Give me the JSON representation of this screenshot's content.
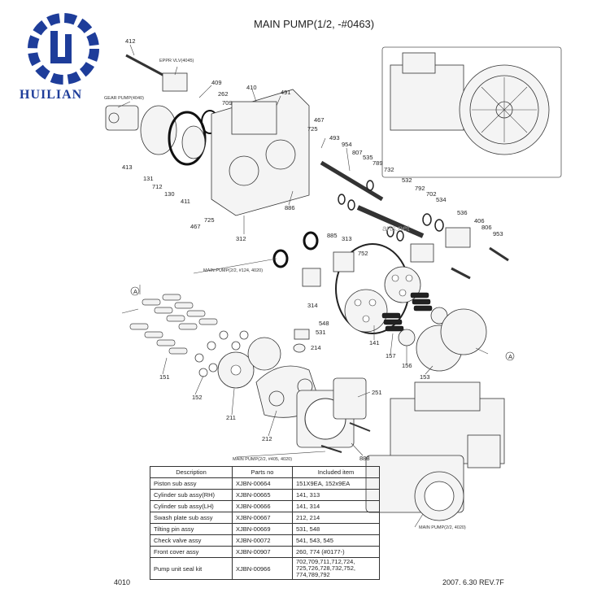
{
  "brand": {
    "name": "HUILIAN",
    "color": "#1e3d9a"
  },
  "title": "MAIN PUMP(1/2, -#0463)",
  "watermark": "arts.net",
  "annotations": {
    "eppr": "EPPR VLV(4045)",
    "gear_pump": "GEAR PUMP(4040)",
    "mp_124": "MAIN PUMP(2/2, #124, 4020)",
    "mp_405": "MAIN PUMP(2/2, #405, 4020)",
    "mp_22": "MAIN PUMP(2/2, 4020)"
  },
  "callouts": [
    "412",
    "409",
    "262",
    "709",
    "410",
    "491",
    "467",
    "725",
    "493",
    "954",
    "807",
    "535",
    "789",
    "732",
    "532",
    "792",
    "702",
    "534",
    "536",
    "406",
    "806",
    "953",
    "413",
    "131",
    "712",
    "130",
    "411",
    "467",
    "725",
    "886",
    "312",
    "885",
    "313",
    "752",
    "314",
    "548",
    "531",
    "214",
    "141",
    "157",
    "156",
    "153",
    "151",
    "152",
    "211",
    "212",
    "251",
    "888",
    "A",
    "A"
  ],
  "table": {
    "headers": [
      "Description",
      "Parts no",
      "Included item"
    ],
    "rows": [
      [
        "Piston sub assy",
        "XJBN-00664",
        "151X9EA, 152x9EA"
      ],
      [
        "Cylinder sub assy(RH)",
        "XJBN-00665",
        "141, 313"
      ],
      [
        "Cylinder sub assy(LH)",
        "XJBN-00666",
        "141, 314"
      ],
      [
        "Swash plate sub assy",
        "XJBN-00667",
        "212, 214"
      ],
      [
        "Tilting pin assy",
        "XJBN-00669",
        "531, 548"
      ],
      [
        "Check valve assy",
        "XJBN-00072",
        "541, 543, 545"
      ],
      [
        "Front cover assy",
        "XJBN-00907",
        "260, 774 (#0177-)"
      ],
      [
        "Pump unit seal kit",
        "XJBN-00966",
        "702,709,711,712,724,\n725,726,728,732,752,\n774,789,792"
      ]
    ]
  },
  "footer": {
    "page": "4010",
    "revision": "2007. 6.30 REV.7F"
  }
}
